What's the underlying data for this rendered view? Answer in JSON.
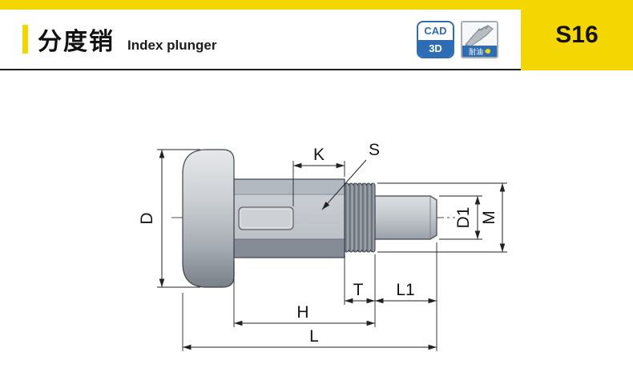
{
  "header": {
    "title_zh": "分度销",
    "title_en": "Index plunger",
    "part_code": "S16",
    "badges": {
      "cad": "CAD",
      "cad3d": "3D",
      "oil": "耐油"
    }
  },
  "colors": {
    "accent_yellow": "#f4d603",
    "badge_blue": "#2e6db4",
    "line_color": "#222222"
  },
  "drawing": {
    "type": "technical-dimension-drawing",
    "part": "index plunger side view",
    "labels": {
      "D": "D",
      "K": "K",
      "S": "S",
      "D1": "D1",
      "M": "M",
      "T": "T",
      "L1": "L1",
      "H": "H",
      "L": "L"
    }
  }
}
